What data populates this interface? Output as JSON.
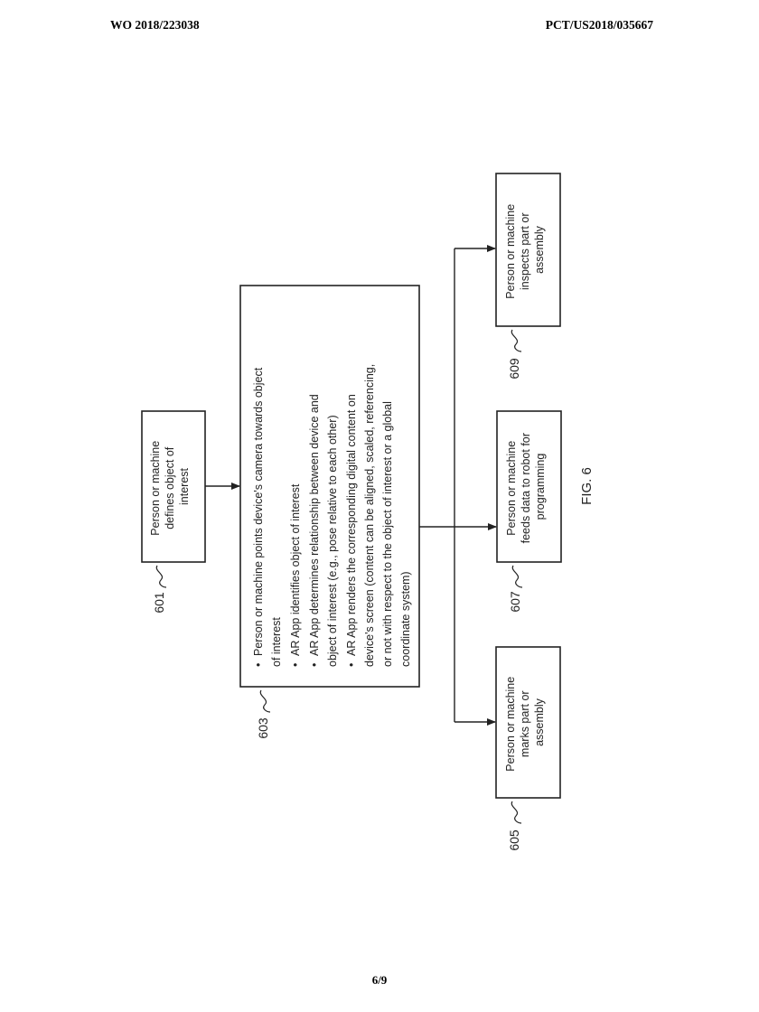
{
  "header": {
    "left": "WO 2018/223038",
    "right": "PCT/US2018/035667"
  },
  "footer": {
    "page": "6/9"
  },
  "figure_label": "FIG. 6",
  "boxes": {
    "b601": {
      "ref": "601",
      "lines": [
        "Person or machine",
        "defines object of",
        "interest"
      ]
    },
    "b603": {
      "ref": "603",
      "lines": [
        "Person or machine points device's camera towards object",
        "of interest",
        "AR App identifies object of interest",
        "AR App determines relationship between device and",
        "object of interest (e.g., pose relative to each other)",
        "AR App renders the corresponding digital content on",
        "device's screen (content can be aligned, scaled, referencing,",
        "or not with respect to the object of interest or a global",
        "coordinate system)"
      ]
    },
    "b605": {
      "ref": "605",
      "lines": [
        "Person or machine",
        "marks part or",
        "assembly"
      ]
    },
    "b607": {
      "ref": "607",
      "lines": [
        "Person or machine",
        "feeds data to robot for",
        "programming"
      ]
    },
    "b609": {
      "ref": "609",
      "lines": [
        "Person or machine",
        "inspects part or",
        "assembly"
      ]
    }
  }
}
